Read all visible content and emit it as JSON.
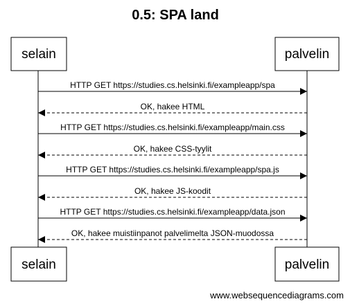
{
  "diagram": {
    "title": "0.5: SPA land",
    "participants": [
      {
        "id": "selain",
        "label": "selain"
      },
      {
        "id": "palvelin",
        "label": "palvelin"
      }
    ],
    "messages": [
      {
        "from": "selain",
        "to": "palvelin",
        "style": "solid",
        "label": "HTTP GET https://studies.cs.helsinki.fi/exampleapp/spa"
      },
      {
        "from": "palvelin",
        "to": "selain",
        "style": "dashed",
        "label": "OK, hakee HTML"
      },
      {
        "from": "selain",
        "to": "palvelin",
        "style": "solid",
        "label": "HTTP GET https://studies.cs.helsinki.fi/exampleapp/main.css"
      },
      {
        "from": "palvelin",
        "to": "selain",
        "style": "dashed",
        "label": "OK, hakee CSS-tyylit"
      },
      {
        "from": "selain",
        "to": "palvelin",
        "style": "solid",
        "label": "HTTP GET https://studies.cs.helsinki.fi/exampleapp/spa.js"
      },
      {
        "from": "palvelin",
        "to": "selain",
        "style": "dashed",
        "label": "OK, hakee JS-koodit"
      },
      {
        "from": "selain",
        "to": "palvelin",
        "style": "solid",
        "label": "HTTP GET https://studies.cs.helsinki.fi/exampleapp/data.json"
      },
      {
        "from": "palvelin",
        "to": "selain",
        "style": "dashed",
        "label": "OK, hakee muistiinpanot palvelimelta JSON-muodossa"
      }
    ],
    "footer": "www.websequencediagrams.com"
  }
}
